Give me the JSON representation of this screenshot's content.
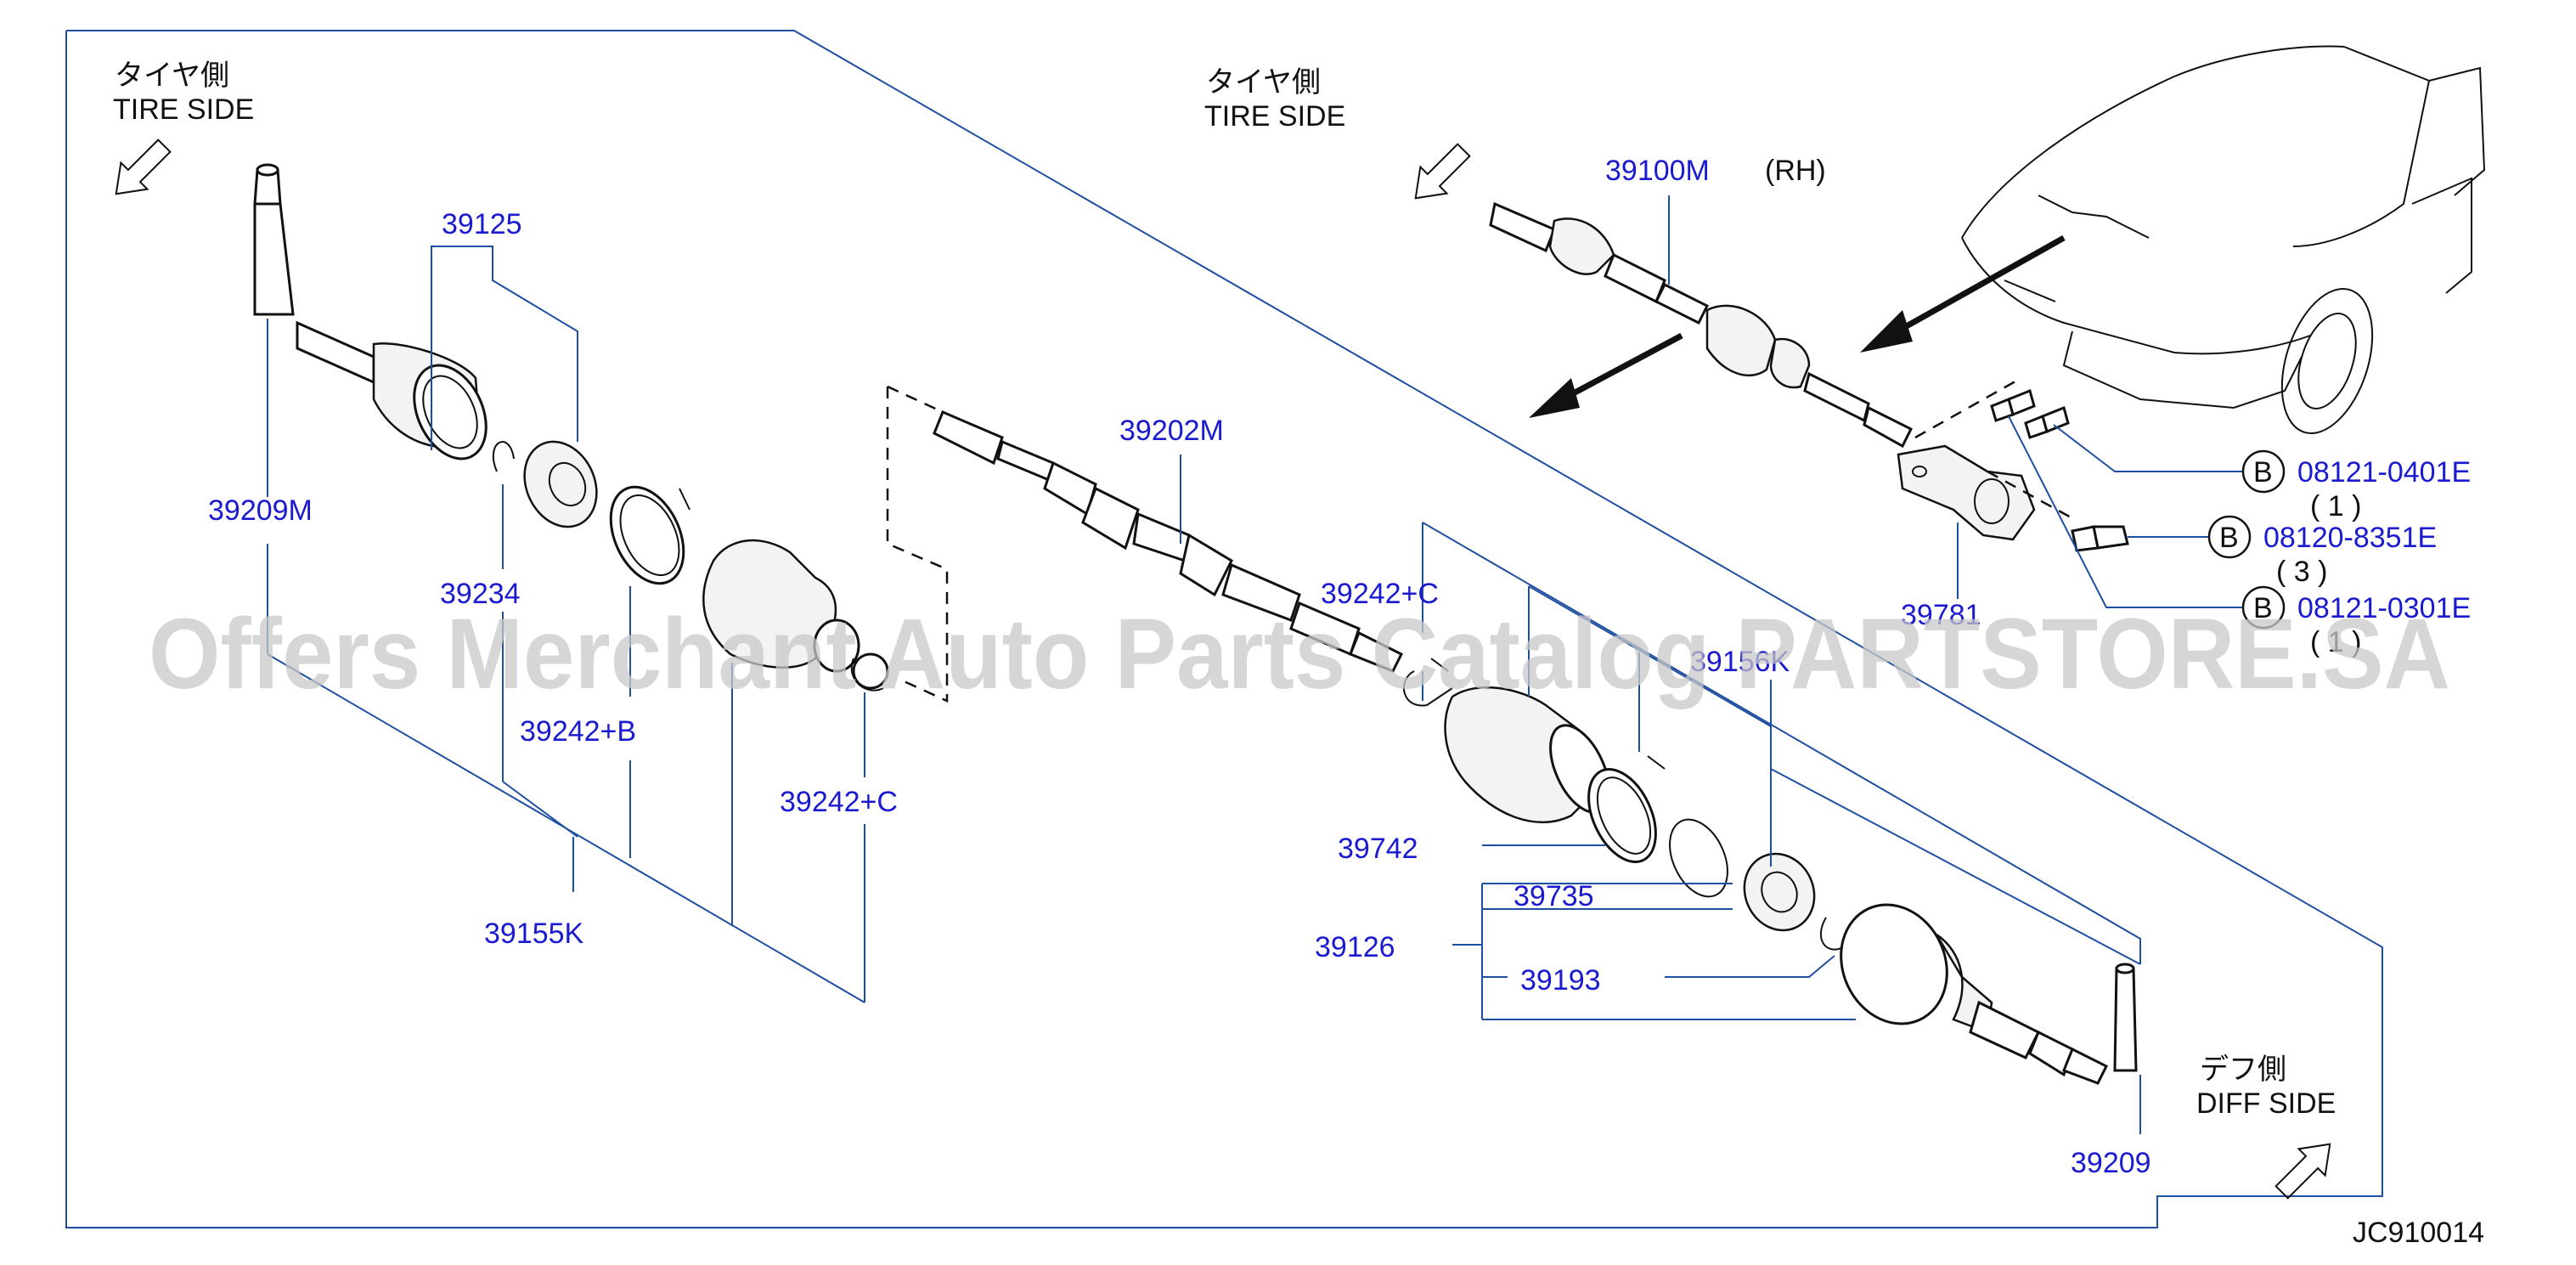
{
  "tire_side_left": {
    "jp": "タイヤ側",
    "en": "TIRE  SIDE"
  },
  "tire_side_right": {
    "jp": "タイヤ側",
    "en": "TIRE  SIDE"
  },
  "diff_side": {
    "jp": "デフ側",
    "en": "DIFF  SIDE"
  },
  "assembly": {
    "part": "39100M",
    "side": "(RH)"
  },
  "bolts": [
    {
      "badge": "B",
      "part": "08121-0401E",
      "qty": "( 1 )"
    },
    {
      "badge": "B",
      "part": "08120-8351E",
      "qty": "( 3 )"
    },
    {
      "badge": "B",
      "part": "08121-0301E",
      "qty": "( 1 )"
    }
  ],
  "labels": {
    "p39125": "39125",
    "p39209M": "39209M",
    "p39234": "39234",
    "p39242B": "39242+B",
    "p39242C_left": "39242+C",
    "p39155K": "39155K",
    "p39202M": "39202M",
    "p39242C_mid": "39242+C",
    "p39156K": "39156K",
    "p39742": "39742",
    "p39735": "39735",
    "p39126": "39126",
    "p39193": "39193",
    "p39209": "39209",
    "p39781": "39781"
  },
  "watermark": "Offers Merchant Auto Parts Catalog PARTSTORE.SA",
  "diagram_code": "JC910014",
  "colors": {
    "callout": "#1a1ad0",
    "leader": "#1f4fa0",
    "ink": "#111111"
  }
}
